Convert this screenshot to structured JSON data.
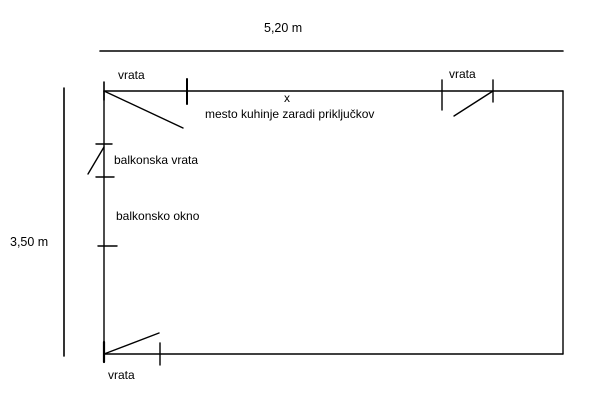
{
  "colors": {
    "ink": "#000000",
    "background": "#ffffff"
  },
  "dimensions": {
    "width_label": "5,20 m",
    "height_label": "3,50 m"
  },
  "doors": {
    "top_left": "vrata",
    "top_right": "vrata",
    "bottom_left": "vrata"
  },
  "marker": {
    "symbol": "x",
    "note": "mesto kuhinje zaradi priključkov"
  },
  "left_wall": {
    "balcony_door": "balkonska vrata",
    "balcony_window": "balkonsko okno"
  }
}
